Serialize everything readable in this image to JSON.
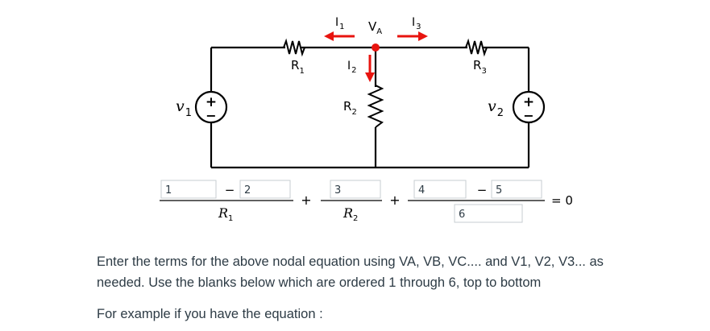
{
  "circuit": {
    "labels": {
      "v1": "v",
      "v1_sub": "1",
      "v2": "v",
      "v2_sub": "2",
      "r1": "R",
      "r1_sub": "1",
      "r2": "R",
      "r2_sub": "2",
      "r3": "R",
      "r3_sub": "3",
      "i1": "I",
      "i1_sub": "1",
      "i2": "I",
      "i2_sub": "2",
      "i3": "I",
      "i3_sub": "3",
      "va": "V",
      "va_sub": "A",
      "plus": "+",
      "minus": "−"
    },
    "colors": {
      "wire": "#000000",
      "arrow": "#e8140f",
      "node": "#e8140f"
    }
  },
  "equation": {
    "blanks": [
      "1",
      "2",
      "3",
      "4",
      "5",
      "6"
    ],
    "minus1": "−",
    "minus2": "−",
    "plus1": "+",
    "plus2": "+",
    "den1": "R",
    "den1_sub": "1",
    "den2": "R",
    "den2_sub": "2",
    "equals": "= 0"
  },
  "instructions": {
    "line1": "Enter the terms for the above nodal equation using VA, VB, VC.... and V1, V2, V3... as",
    "line2": "needed. Use the blanks below which are ordered 1 through 6, top to bottom",
    "example": "For example if you have the equation :"
  }
}
